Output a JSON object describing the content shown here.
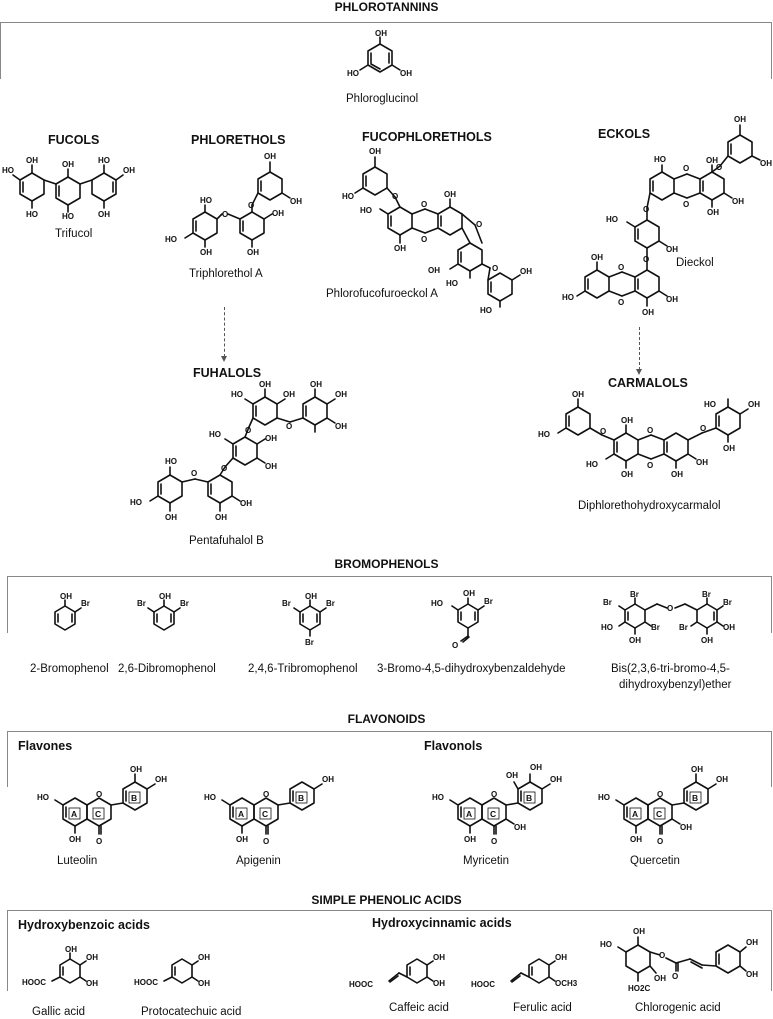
{
  "sections": {
    "phlorotannins": "PHLOROTANNINS",
    "bromophenols": "BROMOPHENOLS",
    "flavonoids": "FLAVONOIDS",
    "phenolic_acids": "SIMPLE PHENOLIC ACIDS"
  },
  "phlorotannins": {
    "base": "Phloroglucinol",
    "classes": {
      "fucols": "FUCOLS",
      "phlorethols": "PHLORETHOLS",
      "fucophlorethols": "FUCOPHLORETHOLS",
      "eckols": "ECKOLS",
      "fuhalols": "FUHALOLS",
      "carmalols": "CARMALOLS"
    },
    "compounds": {
      "trifucol": "Trifucol",
      "triphlorethol": "Triphlorethol A",
      "phlorofucofuroeckol": "Phlorofucofuroeckol A",
      "dieckol": "Dieckol",
      "pentafuhalol": "Pentafuhalol B",
      "diphlorethohydroxycarmalol": "Diphlorethohydroxycarmalol"
    }
  },
  "bromophenols": [
    "2-Bromophenol",
    "2,6-Dibromophenol",
    "2,4,6-Tribromophenol",
    "3-Bromo-4,5-dihydroxybenzaldehyde",
    "Bis(2,3,6-tri-bromo-4,5-",
    "dihydroxybenzyl)ether"
  ],
  "flavonoids": {
    "flavones": "Flavones",
    "flavonols": "Flavonols",
    "compounds": [
      "Luteolin",
      "Apigenin",
      "Myricetin",
      "Quercetin"
    ],
    "rings": [
      "A",
      "B",
      "C"
    ]
  },
  "phenolic_acids": {
    "hydroxybenzoic": "Hydroxybenzoic acids",
    "hydroxycinnamic": "Hydroxycinnamic acids",
    "compounds": [
      "Gallic acid",
      "Protocatechuic acid",
      "Caffeic acid",
      "Ferulic acid",
      "Chlorogenic acid"
    ]
  },
  "atoms": {
    "oh": "OH",
    "ho": "HO",
    "o": "O",
    "br": "Br",
    "hooc": "HOOC",
    "ho2c": "HO2C",
    "och3": "OCH3",
    "oo": "O"
  }
}
